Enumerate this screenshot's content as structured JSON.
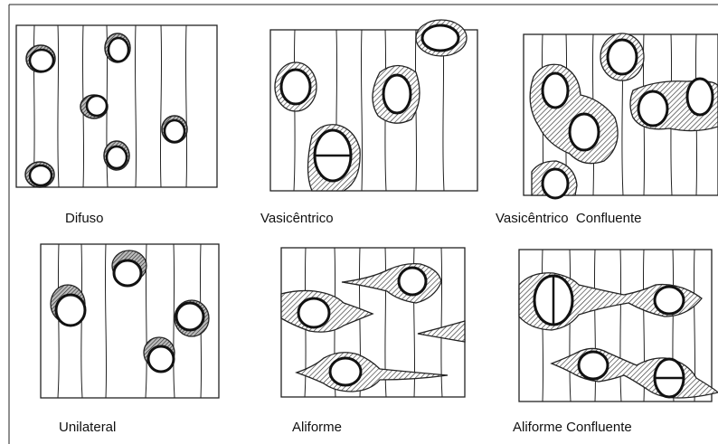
{
  "panels": [
    {
      "id": "difuso",
      "label": "Difuso"
    },
    {
      "id": "vasicentrico",
      "label": "Vasicêntrico"
    },
    {
      "id": "vasicentrico-confluente",
      "label": "Vasicêntrico  Confluente"
    },
    {
      "id": "unilateral",
      "label": "Unilateral"
    },
    {
      "id": "aliforme",
      "label": "Aliforme"
    },
    {
      "id": "aliforme-confluente",
      "label": "Aliforme Confluente"
    }
  ]
}
